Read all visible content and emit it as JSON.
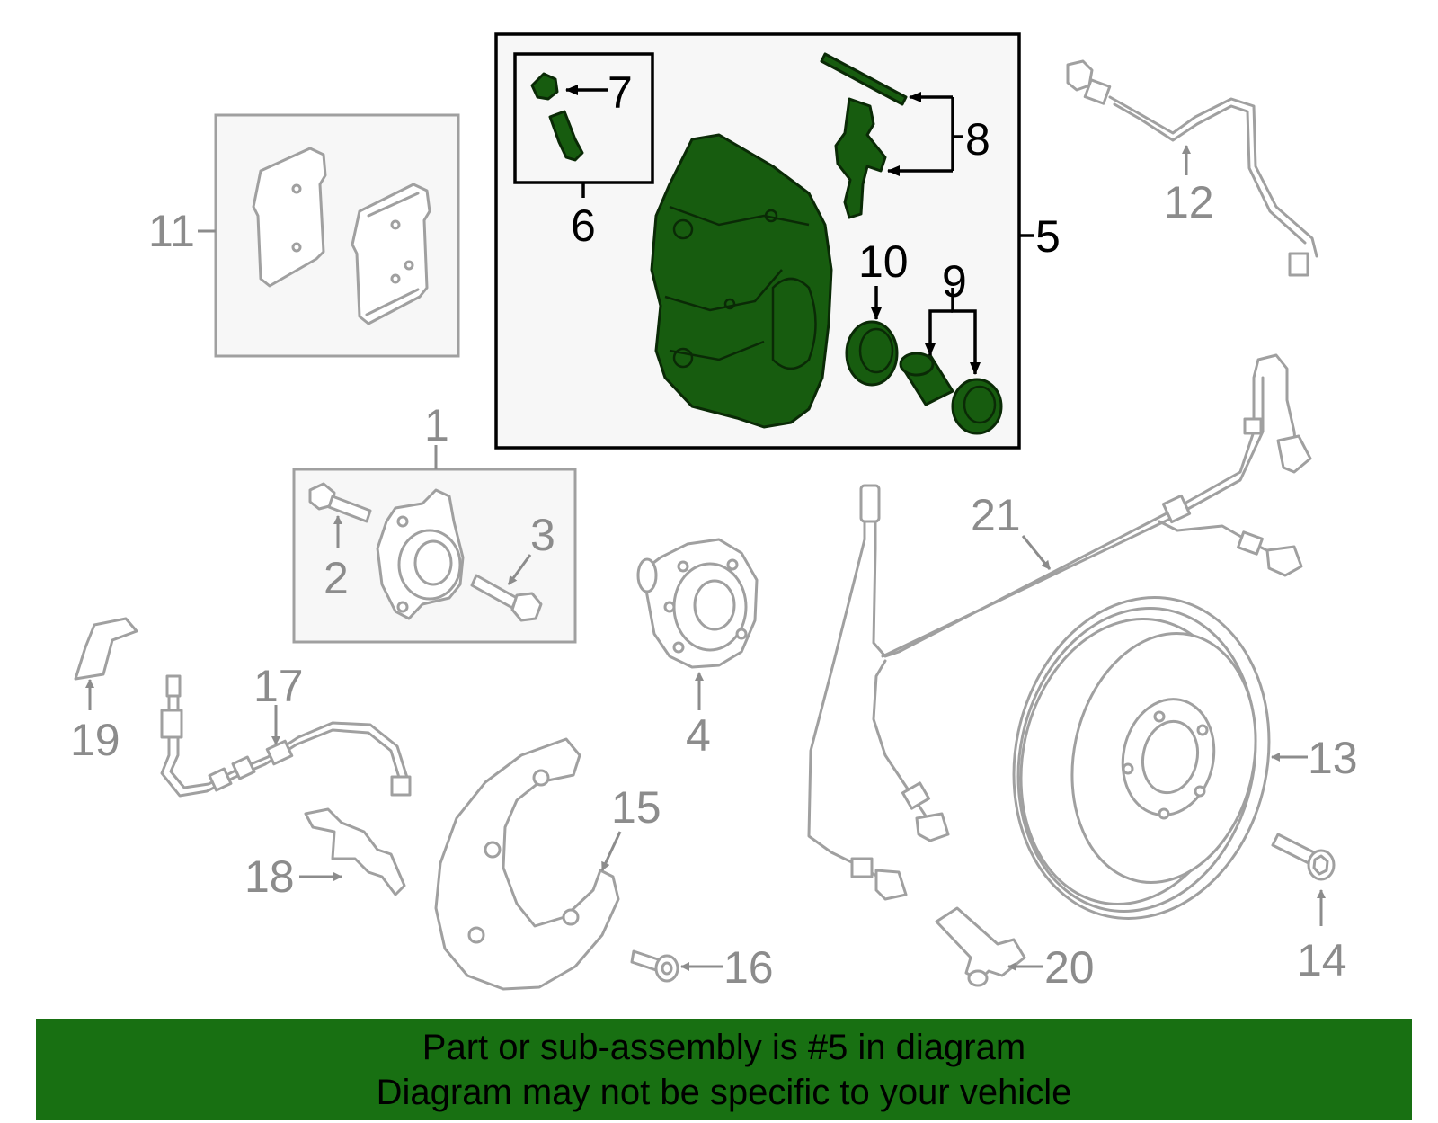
{
  "callouts": {
    "c1": "1",
    "c2": "2",
    "c3": "3",
    "c4": "4",
    "c5": "5",
    "c6": "6",
    "c7": "7",
    "c8": "8",
    "c9": "9",
    "c10": "10",
    "c11": "11",
    "c12": "12",
    "c13": "13",
    "c14": "14",
    "c15": "15",
    "c16": "16",
    "c17": "17",
    "c18": "18",
    "c19": "19",
    "c20": "20",
    "c21": "21"
  },
  "highlight": {
    "part": "5",
    "color": "#175c0f"
  },
  "banner": {
    "line1": "Part or sub-assembly is #5 in diagram",
    "line2": "Diagram may not be specific to your vehicle",
    "color": "#187012"
  }
}
